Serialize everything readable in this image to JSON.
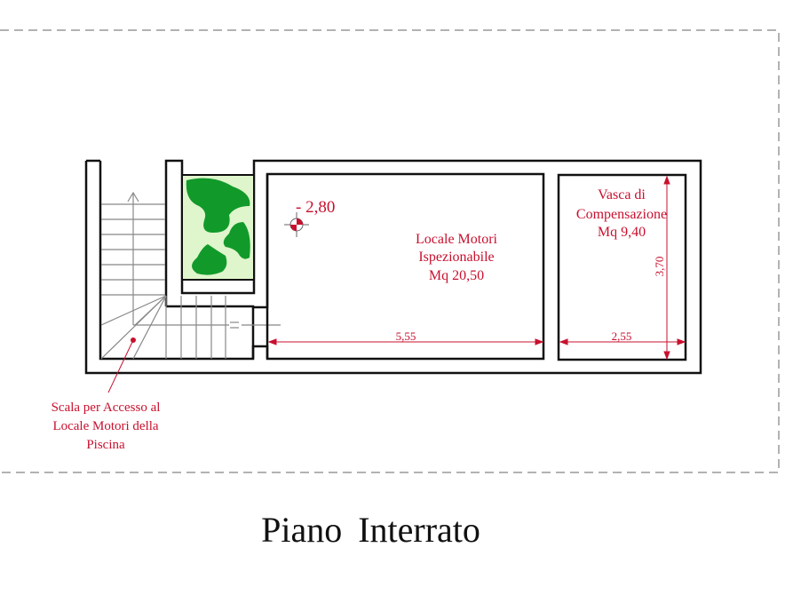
{
  "title": "Piano  Interrato",
  "colors": {
    "label": "#c8102e",
    "wall": "#111111",
    "stair_line": "#888888",
    "dashed_border": "#999999",
    "garden_bg": "#dff5cc",
    "garden_tree": "#119a2a"
  },
  "rooms": [
    {
      "id": "locale-motori",
      "name_line1": "Locale Motori",
      "name_line2": "Ispezionabile",
      "area": "Mq 20,50",
      "width_dim": "5,55"
    },
    {
      "id": "vasca-compensazione",
      "name_line1": "Vasca  di",
      "name_line2": "Compensazione",
      "area": "Mq 9,40",
      "width_dim": "2,55",
      "height_dim": "3,70"
    }
  ],
  "level_marker": {
    "value": "- 2,80"
  },
  "stair_note": {
    "line1": "Scala per Accesso al",
    "line2": "Locale Motori della",
    "line3": "Piscina"
  }
}
